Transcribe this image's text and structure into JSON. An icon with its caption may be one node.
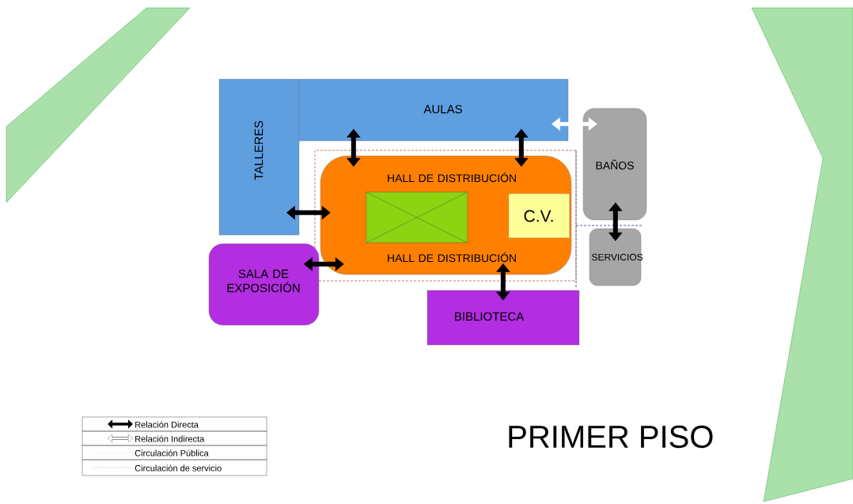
{
  "diagram": {
    "title": "PRIMER PISO",
    "nodes": [
      {
        "text": [
          "AULAS"
        ]
      },
      {
        "text": [
          "TALLERES"
        ]
      },
      {
        "text": [
          "HALL DE DISTRIBUCIÓN",
          "HALL DE DISTRIBUCIÓN"
        ]
      },
      {
        "text": [],
        "shape": "box",
        "in": 2
      },
      {
        "text": [
          "C.V."
        ],
        "in": 2
      },
      {
        "text": [
          "BAÑOS"
        ]
      },
      {
        "text": [
          "SERVICIOS"
        ]
      },
      {
        "text": [
          "SALA DE EXPOSICIÓN"
        ]
      },
      {
        "text": [
          "BIBLIOTECA"
        ]
      }
    ],
    "edges": [
      {
        "from": 0,
        "to": 2,
        "arrow": "both"
      },
      {
        "from": 0,
        "to": 2,
        "arrow": "both"
      },
      {
        "from": 0,
        "to": 5,
        "arrow": "both",
        "color": "#ffffff"
      },
      {
        "from": 1,
        "to": 2,
        "arrow": "both"
      },
      {
        "from": 5,
        "to": 6,
        "arrow": "both"
      },
      {
        "from": 7,
        "to": 2,
        "arrow": "both"
      },
      {
        "from": 2,
        "to": 8,
        "arrow": "both"
      }
    ],
    "legend": [
      {
        "text": "Relación Directa"
      },
      {
        "text": "Relación Indirecta"
      },
      {
        "text": "Circulación Pública"
      },
      {
        "text": "Circulación de servicio"
      }
    ]
  }
}
